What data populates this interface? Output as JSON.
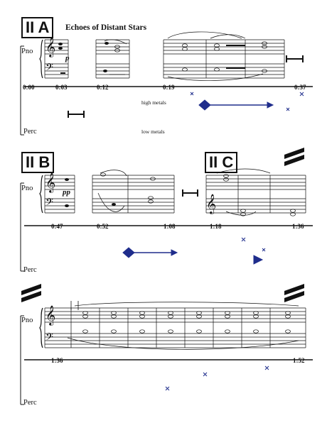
{
  "piece_title": "Echoes of Distant Stars",
  "sections": {
    "a": "II A",
    "b": "II B",
    "c": "II C"
  },
  "instruments": {
    "piano": "Pno",
    "percussion": "Perc"
  },
  "dynamics": {
    "p": "p",
    "pp": "pp"
  },
  "timeline_1": [
    "0:00",
    "0:03",
    "0:12",
    "0:19",
    "0:37"
  ],
  "timeline_2": [
    "0:47",
    "0:52",
    "1:08",
    "1:18",
    "1:36"
  ],
  "timeline_3": [
    "1:36",
    "1:52"
  ],
  "perc_notes": {
    "high": "high metals",
    "low": "low metals"
  },
  "colors": {
    "ink": "#111111",
    "event_blue": "#1f2d8c"
  }
}
